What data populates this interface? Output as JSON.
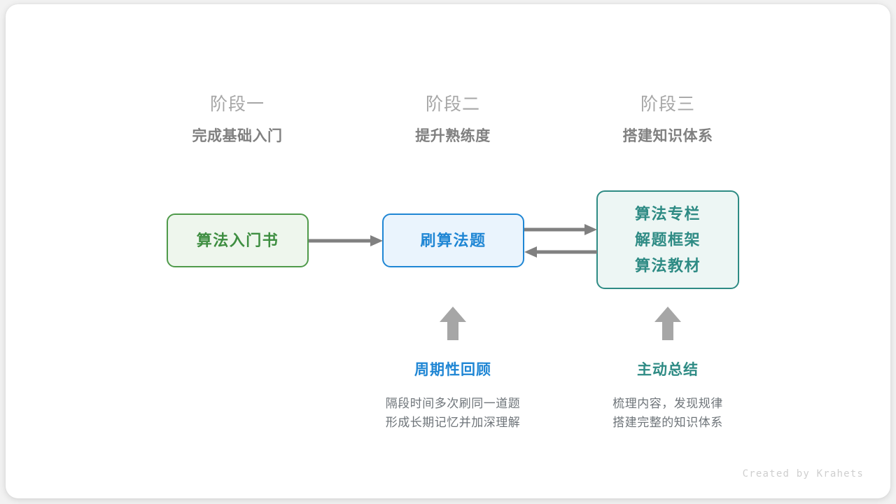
{
  "watermark": "Created by Krahets",
  "colors": {
    "green": "#3e8e41",
    "green_border": "#4f9a4a",
    "green_fill": "#eef6ed",
    "blue": "#1f86d4",
    "blue_fill": "#eaf4fd",
    "teal": "#2e8b84",
    "teal_fill": "#edf6f4",
    "arrow_gray": "#808080",
    "stage_name_gray": "#a6a6a6",
    "stage_sub_gray": "#808080",
    "note_body_gray": "#6e7479",
    "card_bg": "#ffffff",
    "page_bg": "#f2f2f2"
  },
  "stages": [
    {
      "name": "阶段一",
      "subtitle": "完成基础入门"
    },
    {
      "name": "阶段二",
      "subtitle": "提升熟练度"
    },
    {
      "name": "阶段三",
      "subtitle": "搭建知识体系"
    }
  ],
  "boxes": [
    {
      "id": "book",
      "lines": [
        "算法入门书"
      ]
    },
    {
      "id": "practice",
      "lines": [
        "刷算法题"
      ]
    },
    {
      "id": "knowledge",
      "lines": [
        "算法专栏",
        "解题框架",
        "算法教材"
      ]
    }
  ],
  "arrows": [
    {
      "id": "book-to-practice",
      "direction": "right"
    },
    {
      "id": "practice-to-knowledge",
      "direction": "right"
    },
    {
      "id": "knowledge-to-practice",
      "direction": "left"
    },
    {
      "id": "review-up",
      "direction": "up"
    },
    {
      "id": "summary-up",
      "direction": "up"
    }
  ],
  "notes": [
    {
      "id": "periodic-review",
      "title": "周期性回顾",
      "body_lines": [
        "隔段时间多次刷同一道题",
        "形成长期记忆并加深理解"
      ]
    },
    {
      "id": "active-summary",
      "title": "主动总结",
      "body_lines": [
        "梳理内容，发现规律",
        "搭建完整的知识体系"
      ]
    }
  ]
}
